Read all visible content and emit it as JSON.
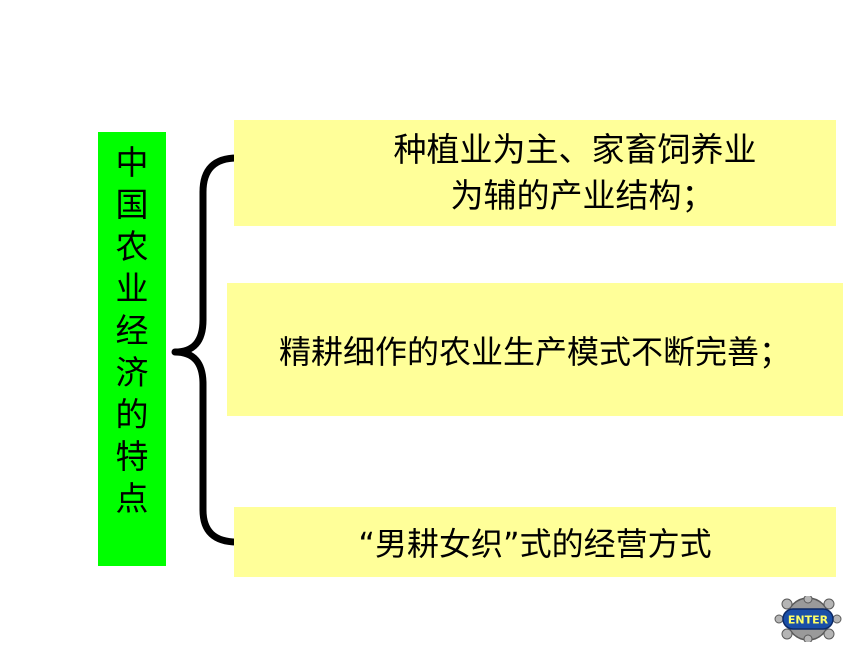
{
  "title_chars": [
    "中",
    "国",
    "农",
    "业",
    "经",
    "济",
    "的",
    "特",
    "点"
  ],
  "boxes": [
    {
      "lines": [
        "种植业为主、家畜饲养业",
        "为辅的产业结构；"
      ]
    },
    {
      "text": "精耕细作的农业生产模式不断完善；"
    },
    {
      "text": "“男耕女织”式的经营方式"
    }
  ],
  "enter_button": {
    "label": "ENTER"
  },
  "colors": {
    "title_bg": "#00ff00",
    "box_bg": "#ffff99",
    "brace": "#000000",
    "enter_text": "#ffff66",
    "enter_bg": "#1a4fa8"
  }
}
